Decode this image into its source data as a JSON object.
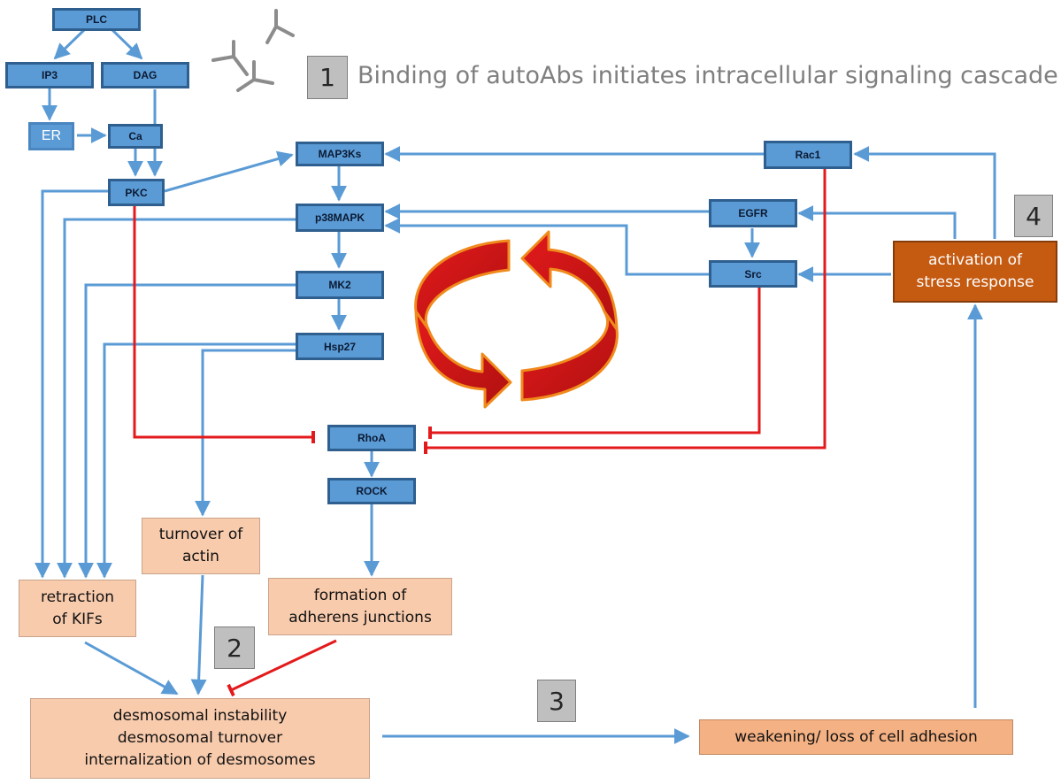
{
  "steps": {
    "s1": "1",
    "s2": "2",
    "s3": "3",
    "s4": "4"
  },
  "caption": "Binding of autoAbs initiates intracellular signaling cascade",
  "nodes": {
    "plc": "PLC",
    "ip3": "IP3",
    "dag": "DAG",
    "er": "ER",
    "ca": "Ca",
    "pkc": "PKC",
    "map3ks": "MAP3Ks",
    "p38mapk": "p38MAPK",
    "mk2": "MK2",
    "hsp27": "Hsp27",
    "rhoa": "RhoA",
    "rock": "ROCK",
    "rac1": "Rac1",
    "egfr": "EGFR",
    "src": "Src",
    "stress_response": "activation of\nstress response",
    "retraction_kifs": "retraction\nof KIFs",
    "actin_turnover": "turnover of\nactin",
    "adherens": "formation of\nadherens junctions",
    "desmosomal": "desmosomal instability\ndesmosomal turnover\ninternalization of desmosomes",
    "weakening": "weakening/ loss of cell adhesion"
  },
  "colors": {
    "activation_arrow": "#5b9bd5",
    "inhibition_line": "#e31a1c",
    "protein_fill": "#5b9bd5",
    "outcome_fill": "#f8cbad",
    "stress_fill": "#c55a11",
    "antibody": "#7f7f7f"
  },
  "icons": [
    "antibody-icon",
    "feedback-loop-icon"
  ]
}
